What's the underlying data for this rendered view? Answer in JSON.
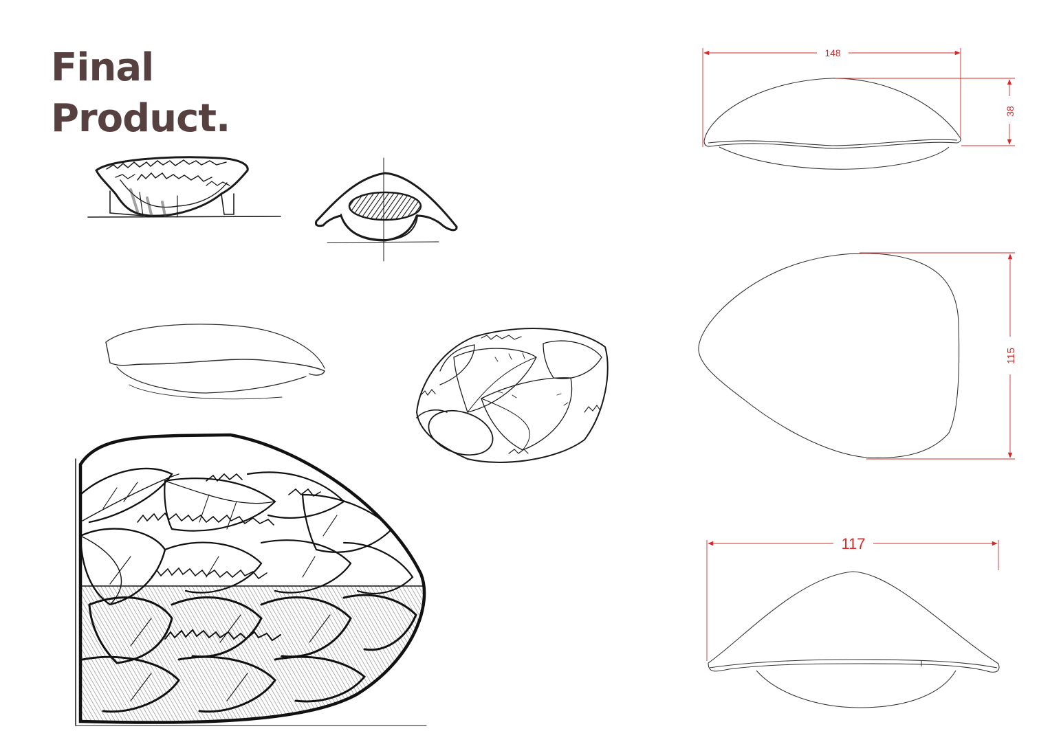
{
  "title": {
    "line1": "Final",
    "line2": "Product."
  },
  "colors": {
    "title": "#574040",
    "dimension": "#d42a2a",
    "sketch": "#1a1a1a",
    "drawing": "#333333"
  },
  "dimensions": {
    "side_width": "148",
    "side_height": "38",
    "top_height": "115",
    "front_width": "117"
  }
}
